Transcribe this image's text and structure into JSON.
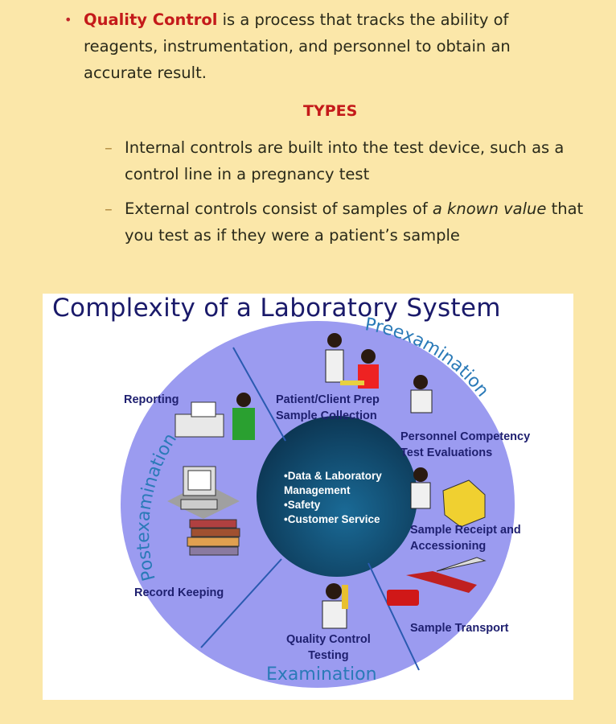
{
  "bullet": {
    "highlight": "Quality Control",
    "text": " is a process that tracks the ability of reagents, instrumentation, and personnel to obtain an accurate result."
  },
  "types_heading": "TYPES",
  "sub_items": [
    {
      "text": "Internal controls are built into the test device, such as a control line in a pregnancy test"
    },
    {
      "text_before": "External controls consist of samples of ",
      "italic": "a known value",
      "text_after": " that you test as if they were a patient’s sample"
    }
  ],
  "figure": {
    "title": "Complexity of a Laboratory System",
    "phases": {
      "pre": "Preexamination",
      "exam": "Examination",
      "post": "Postexamination"
    },
    "center": [
      "•Data & Laboratory",
      "Management",
      "•Safety",
      "•Customer Service"
    ],
    "labels": {
      "patient_prep": [
        "Patient/Client Prep",
        "Sample Collection"
      ],
      "personnel": [
        "Personnel Competency",
        "Test Evaluations"
      ],
      "receipt": [
        "Sample Receipt and",
        "Accessioning"
      ],
      "transport": "Sample Transport",
      "qc": [
        "Quality Control",
        "Testing"
      ],
      "record": "Record Keeping",
      "reporting": "Reporting"
    },
    "colors": {
      "ring": "#9b9bf0",
      "center": "#0d4a70",
      "text": "#1f2070",
      "phase": "#2a7ab8"
    }
  }
}
